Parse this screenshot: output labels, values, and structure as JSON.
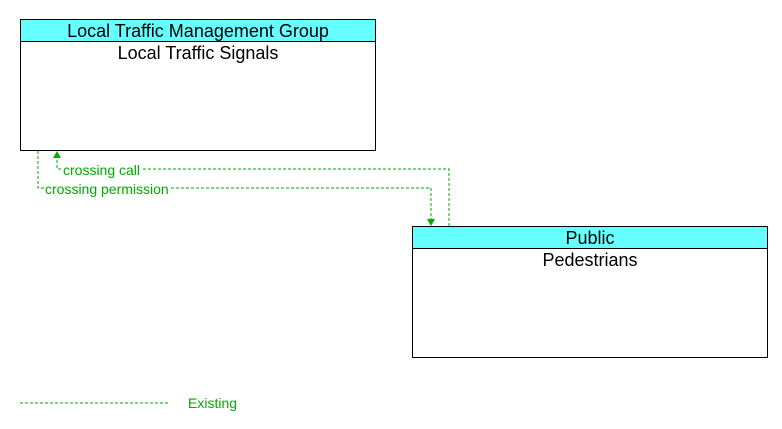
{
  "colors": {
    "header_fill": "#66FFFF",
    "existing_flow": "#00AA00",
    "border": "#000000"
  },
  "nodes": {
    "local_traffic_signals": {
      "group": "Local Traffic Management Group",
      "name": "Local Traffic Signals"
    },
    "pedestrians": {
      "group": "Public",
      "name": "Pedestrians"
    }
  },
  "flows": [
    {
      "label": "crossing call",
      "from": "Pedestrians",
      "to": "Local Traffic Signals",
      "status": "Existing"
    },
    {
      "label": "crossing permission",
      "from": "Local Traffic Signals",
      "to": "Pedestrians",
      "status": "Existing"
    }
  ],
  "legend": {
    "existing_label": "Existing"
  }
}
